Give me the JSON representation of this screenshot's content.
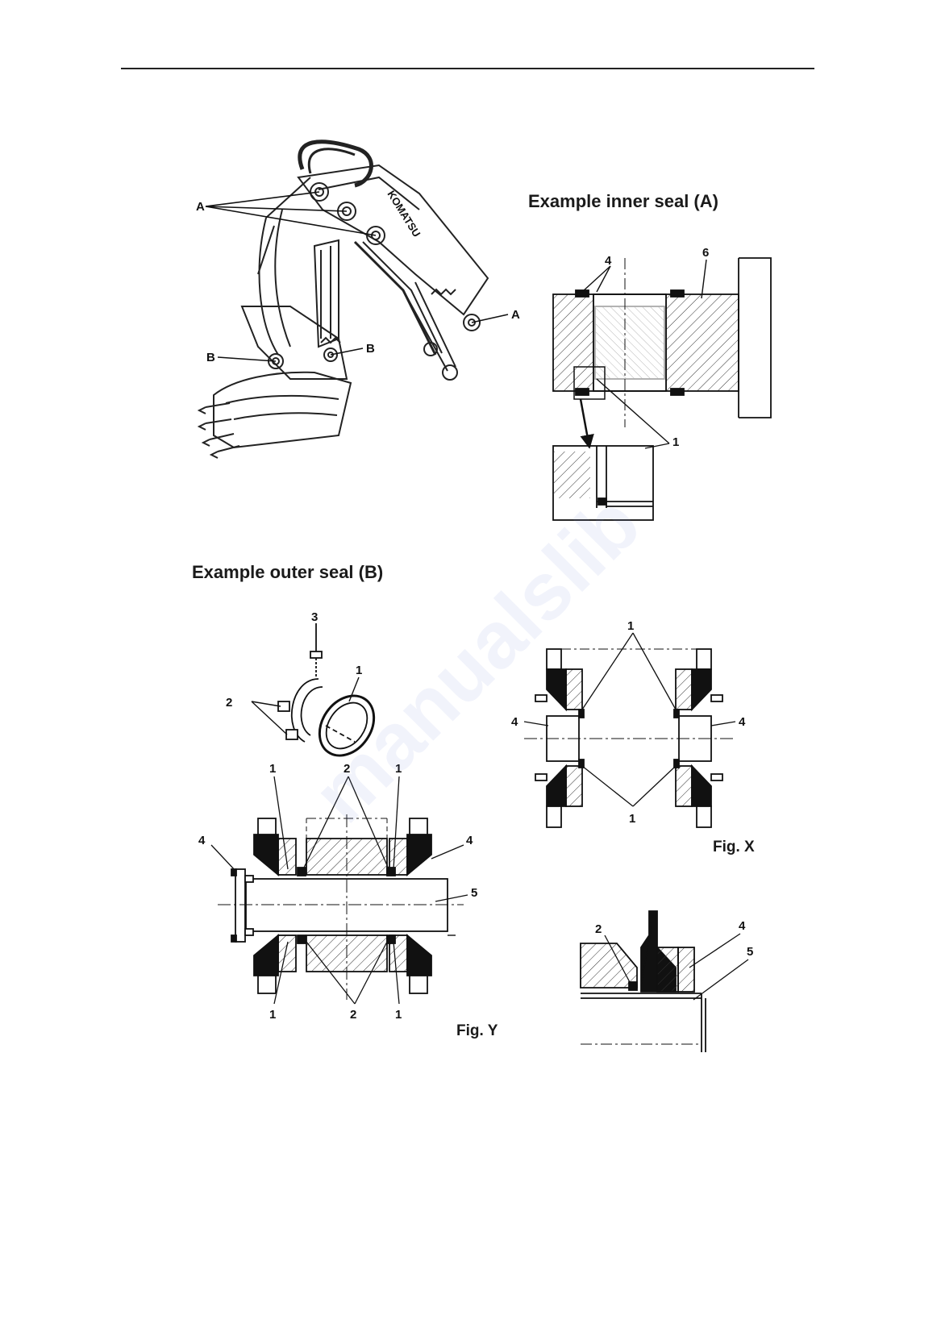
{
  "headings": {
    "inner_seal": "Example inner seal (A)",
    "outer_seal": "Example outer seal (B)"
  },
  "figure_labels": {
    "fig_x": "Fig. X",
    "fig_y": "Fig. Y"
  },
  "machine_callouts": {
    "a": "A",
    "b": "B",
    "brand": "KOMATSU"
  },
  "part_numbers": {
    "p1": "1",
    "p2": "2",
    "p3": "3",
    "p4": "4",
    "p5": "5",
    "p6": "6"
  },
  "watermark": "manualslib"
}
